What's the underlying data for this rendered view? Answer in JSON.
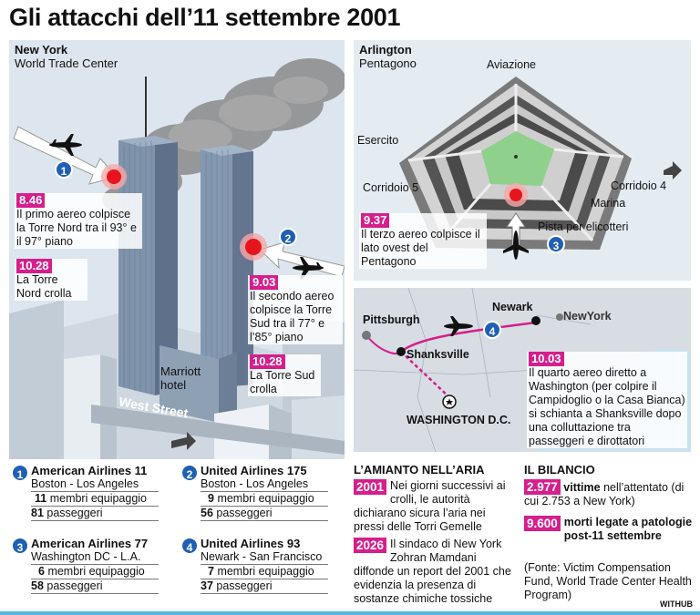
{
  "title": "Gli attacchi dell’11 settembre 2001",
  "ny": {
    "heading": "New York",
    "sub": "World Trade Center",
    "e1_time": "8.46",
    "e1_text": "Il primo aereo colpisce la Torre Nord tra il 93° e il 97° piano",
    "e2_time": "10.28",
    "e2_text": "La Torre Nord crolla",
    "e3_time": "9.03",
    "e3_text": "Il secondo aereo colpisce la Torre Sud tra il 77° e l’85° piano",
    "e4_time": "10.28",
    "e4_text": "La Torre Sud crolla",
    "marriott": "Marriott hotel",
    "street": "West Street",
    "n1": "1",
    "n2": "2"
  },
  "pentagon": {
    "heading": "Arlington",
    "sub": "Pentagono",
    "aviazione": "Aviazione",
    "esercito": "Esercito",
    "corridoio5": "Corridoio 5",
    "corridoio4": "Corridoio 4",
    "marina": "Marina",
    "pista": "Pista per elicotteri",
    "time": "9.37",
    "text": "Il terzo aereo colpisce il lato ovest del Pentagono",
    "n3": "3"
  },
  "map": {
    "pittsburgh": "Pittsburgh",
    "newark": "Newark",
    "newyork": "NewYork",
    "shanksville": "Shanksville",
    "washington": "WASHINGTON D.C.",
    "n4": "4",
    "time": "10.03",
    "text": "Il quarto aereo diretto a Washington (per colpire il Campidoglio o la Casa Bianca) si schianta a Shanksville dopo una colluttazione tra passeggeri e dirottatori"
  },
  "flights": [
    {
      "num": "1",
      "name": "American Airlines 11",
      "route": "Boston - Los Angeles",
      "crew_n": "11",
      "crew_l": "membri equipaggio",
      "pax_n": "81",
      "pax_l": "passeggeri"
    },
    {
      "num": "2",
      "name": "United Airlines 175",
      "route": "Boston - Los Angeles",
      "crew_n": "9",
      "crew_l": "membri equipaggio",
      "pax_n": "56",
      "pax_l": "passeggeri"
    },
    {
      "num": "3",
      "name": "American Airlines 77",
      "route": "Washington DC - L.A.",
      "crew_n": "6",
      "crew_l": "membri equipaggio",
      "pax_n": "58",
      "pax_l": "passeggeri"
    },
    {
      "num": "4",
      "name": "United Airlines 93",
      "route": "Newark - San Francisco",
      "crew_n": "7",
      "crew_l": "membri equipaggio",
      "pax_n": "37",
      "pax_l": "passeggeri"
    }
  ],
  "amianto": {
    "title": "L’AMIANTO NELL’ARIA",
    "y1": "2001",
    "t1": "Nei giorni successivi ai crolli, le autorità dichiarano sicura l’aria nei pressi delle Torri Gemelle",
    "y2": "2026",
    "t2": "Il sindaco di New York Zohran Mamdani diffonde un report del 2001 che evidenzia la presenza di sostanze chimiche tossiche"
  },
  "bilancio": {
    "title": "IL BILANCIO",
    "v1": "2.977",
    "l1": "vittime",
    "d1": "nell’attentato (di cui 2.753 a New York)",
    "v2": "9.600",
    "l2": "morti legate a patologie post-11 settembre",
    "fonte": "(Fonte: Victim Compensation Fund, World Trade Center Health Program)"
  },
  "credit": "WITHUB",
  "colors": {
    "accent": "#d61e8c",
    "badge": "#1f5fb4",
    "impact": "#e8141b"
  }
}
